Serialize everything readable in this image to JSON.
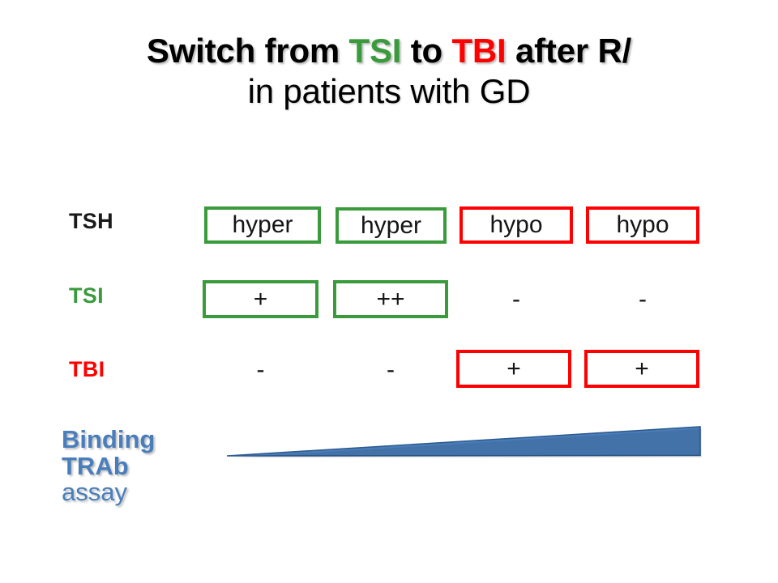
{
  "slide": {
    "background_color": "#ffffff",
    "title": {
      "line1_parts": [
        {
          "text": "Switch from ",
          "color": "#000000"
        },
        {
          "text": "TSI",
          "color": "#3a9b3c"
        },
        {
          "text": " to ",
          "color": "#000000"
        },
        {
          "text": "TBI",
          "color": "#ff0000"
        },
        {
          "text": " after R/",
          "color": "#000000"
        }
      ],
      "line1_plain": "Switch from TSI to TBI after R/",
      "line2": "in patients with GD"
    },
    "matrix": {
      "row_labels": [
        {
          "text": "TSH",
          "color": "#1a1a1a"
        },
        {
          "text": "TSI",
          "color": "#3a9b3c"
        },
        {
          "text": "TBI",
          "color": "#ff0000"
        }
      ],
      "columns": 4,
      "rows": [
        {
          "label": "TSH",
          "cells": [
            {
              "value": "hyper",
              "box": "green"
            },
            {
              "value": "hyper",
              "box": "green"
            },
            {
              "value": "hypo",
              "box": "red"
            },
            {
              "value": "hypo",
              "box": "red"
            }
          ]
        },
        {
          "label": "TSI",
          "cells": [
            {
              "value": "+",
              "box": "green"
            },
            {
              "value": "++",
              "box": "green"
            },
            {
              "value": "-",
              "box": "none"
            },
            {
              "value": "-",
              "box": "none"
            }
          ]
        },
        {
          "label": "TBI",
          "cells": [
            {
              "value": "-",
              "box": "none"
            },
            {
              "value": "-",
              "box": "none"
            },
            {
              "value": "+",
              "box": "red"
            },
            {
              "value": "+",
              "box": "red"
            }
          ]
        }
      ]
    },
    "assay_caption": {
      "line1": "Binding",
      "line2": "TRAb",
      "line3": "assay",
      "color": "#4a7ebb"
    },
    "wedge": {
      "name": "increasing-binding-trab-assay-wedge",
      "fill_color": "#4a7ebb",
      "stroke_color": "#2e5b8f",
      "direction": "increasing-left-to-right"
    },
    "colors": {
      "green": "#3a9b3c",
      "red": "#ff0000",
      "blue": "#4a7ebb",
      "black": "#1a1a1a"
    }
  }
}
